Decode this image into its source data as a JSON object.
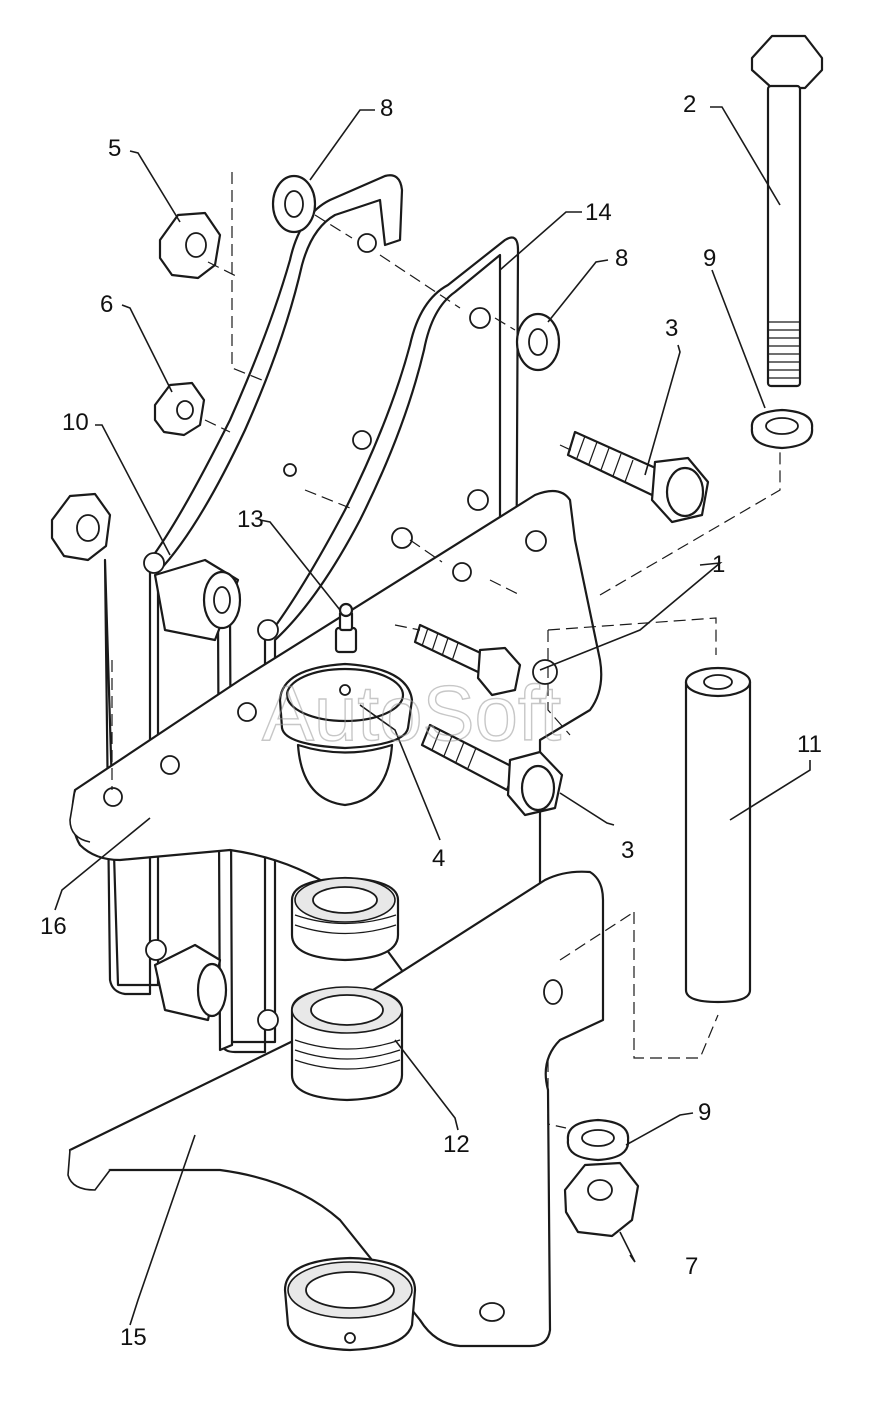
{
  "diagram": {
    "type": "exploded parts assembly drawing",
    "callouts": [
      {
        "id": "c1",
        "label": "1",
        "part": "bolt"
      },
      {
        "id": "c2",
        "label": "2",
        "part": "long bolt"
      },
      {
        "id": "c3a",
        "label": "3",
        "part": "bolt"
      },
      {
        "id": "c3b",
        "label": "3",
        "part": "bolt"
      },
      {
        "id": "c4",
        "label": "4",
        "part": "ball cap"
      },
      {
        "id": "c5",
        "label": "5",
        "part": "nut"
      },
      {
        "id": "c6",
        "label": "6",
        "part": "nut"
      },
      {
        "id": "c7",
        "label": "7",
        "part": "nut"
      },
      {
        "id": "c8a",
        "label": "8",
        "part": "washer"
      },
      {
        "id": "c8b",
        "label": "8",
        "part": "washer"
      },
      {
        "id": "c9a",
        "label": "9",
        "part": "spring washer"
      },
      {
        "id": "c9b",
        "label": "9",
        "part": "spring washer"
      },
      {
        "id": "c10",
        "label": "10",
        "part": "spacer bushing"
      },
      {
        "id": "c11",
        "label": "11",
        "part": "sleeve"
      },
      {
        "id": "c12",
        "label": "12",
        "part": "ball seat"
      },
      {
        "id": "c13",
        "label": "13",
        "part": "grease nipple"
      },
      {
        "id": "c14",
        "label": "14",
        "part": "bracket plate"
      },
      {
        "id": "c15",
        "label": "15",
        "part": "lower lever"
      },
      {
        "id": "c16",
        "label": "16",
        "part": "upper lever"
      }
    ],
    "watermark": "AutoSoft"
  }
}
